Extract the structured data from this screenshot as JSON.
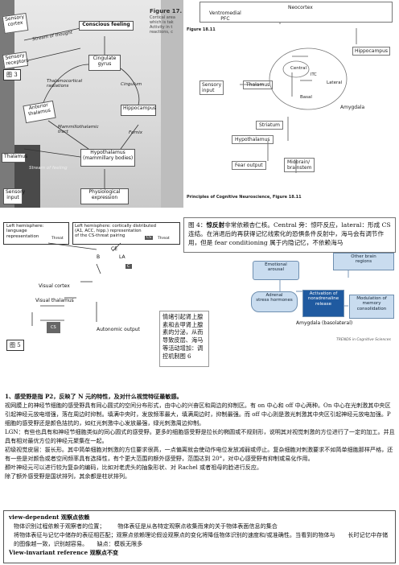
{
  "fig1": {
    "caption": "图 3",
    "figure_title": "Figure 17.",
    "figure_caption_lines": [
      "Cortical area",
      "which is tak",
      "Activity in t",
      "reactions, c"
    ],
    "sensory_cortex": "Sensory\ncortex",
    "sensory_receptors": "Sensory\nreceptors",
    "stream_of_thought": "Stream of thought",
    "conscious_feeling": "Conscious feeling",
    "cingulate_gyrus": "Cingulate\ngyrus",
    "anterior_thalamus": "Anterior\nthalamus",
    "thalamocortical": "Thalamocortical\nradiations",
    "cingulum": "Cingulum",
    "hippocampus": "Hippocampus",
    "mammillothalamic": "Mammillothalamic\ntract",
    "fornix": "Fornix",
    "hypothalamus": "Hypothalamus\n(mammillary bodies)",
    "thalamus": "Thalamus",
    "stream_of_feeling": "Stream of feeling",
    "sensory_input": "Sensory\ninput",
    "physiological_expression": "Physiological\nexpression"
  },
  "fig2": {
    "neocortex": "Neocortex",
    "ventromedial_pfc": "Ventromedial\nPFC",
    "hippocampus": "Hippocampus",
    "figure_number": "Figure 18.11",
    "sensory_input": "Sensory\ninput",
    "thalamus": "Thalamus",
    "central": "Central",
    "itc": "ITC",
    "lateral": "Lateral",
    "basal": "Basal",
    "amygdala": "Amygdala",
    "striatum": "Striatum",
    "hypothalamus": "Hypothalamus",
    "fear_output": "Fear output",
    "midbrain": "Midbrain/\nbrainstem",
    "caption": "Principles of Cognitive Neuroscience, Figure 18.11"
  },
  "fig3": {
    "left_box_text": "Left hemisphere:\nlanguage\nrepresentation",
    "left_threat": "Threat",
    "right_box_text": "Left hemisphere: cortically distributed\n(A1, ACC, hipp.) representation\nof the CS-threat pairing",
    "cs_label": "CS",
    "right_threat": "Threat",
    "ce": "CE",
    "b": "B",
    "la": "LA",
    "c": "C",
    "visual_cortex": "Visual cortex",
    "visual_thalamus": "Visual thalamus",
    "autonomic_output": "Autonomic output",
    "cs_small": "CS",
    "caption": "图 5"
  },
  "fig4": {
    "note_title": "图 4：",
    "note_bold": "惊反射",
    "note_text": "非常依赖杏仁核。Central 旁：惊吓反应，lateral：形成 CS 连结。在消退后的再获得记忆线索化的恐惧条件反射中，海马会有调节作用，但是 fear conditioning 属于内隐记忆，不依赖海马",
    "emotional_arousal": "Emotional\narousal",
    "other_brain_regions": "Other brain\nregions",
    "adrenal": "Adrenal\nstress hormones",
    "activation": "Activation of\nnoradrenaline\nrelease",
    "modulation": "Modulation of\nmemory\nconsolidation",
    "amygdala": "Amygdala (basolateral)",
    "journal": "TRENDS in Cognitive Sciences",
    "side_note": "情绪引起肾上腺素和去甲肾上腺素的分泌，从而导致皮层、海马等活动增加：调控机制图 6"
  },
  "text_block": {
    "lines": [
      "1、感受野是指 P2，反映了 N 元的特性，及对什么视觉特征最敏感。",
      "视网膜上的神经节细胞的感受野具有同心圆式的空间分布形式，由中心的兴奋区和周边的抑制区。有 on 中心和 off 中心两种。On 中心在光刺激其中央区引起神经元放电增强，落在周边时抑制。填满中央时，发放频率最大，填满周边时，抑制最强。而 off 中心则是激光刺激其中央区引起神经元放电加强。P 细胞的感受野还是颜色拮抗的，如红光刺激中心发放最强，绿光刺激周边抑制。",
      "LGN：有些也具有和神经节细胞类似的同心圆式的感受野。更多的细胞感受野是拉长的椭圆或不规则形，说明其对视觉刺激的方位进行了一定的加工。并且具有相对最优方位的神经元聚集在一起。",
      "初级视觉皮层：拔长形。其中简单细胞对刺激的方位要求很高，一点偏离就会使动作电位发放减弱或停止。复杂细胞对刺激要求不如简单细胞那样严格，还有一些是对颜色或者空间频率具有选择性，有个更大范围的额外感受野，范围达到 20°，对中心感受野有抑制或易化作用。",
      "颞叶神经元可以进行较为复杂的编码，比如对老虎头的抽象形状、对 Rachel 或者祖母的脸进行反应。",
      "除了额外感受野是国状排列，其余都是柱状排列。"
    ]
  },
  "bottom_box": {
    "vd_title": "view-dependent 观察点依赖",
    "vd_line1": "物体识别过程依赖于观察者的位置；       物体表征是从各特定观察点收集而来的关于物体表面信息的集合",
    "vd_line2": "将物体表征与记忆中储存的表征相匹配；观察点依赖理论假设观察点的变化将降低物体识别的速度和/或准确性。当看到的物体与       长时记忆中存储的图像越一致，识别越容易。     缺点：模板无限多",
    "vi_title": "View-invariant reference 观察点不变"
  }
}
